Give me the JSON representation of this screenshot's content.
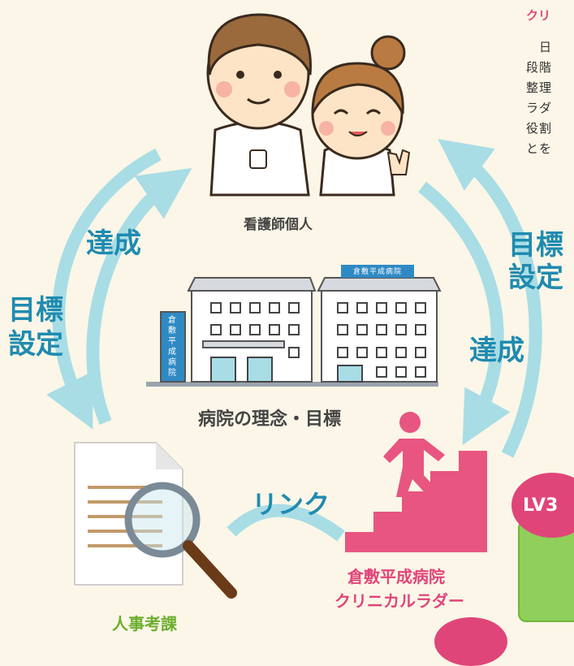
{
  "side_panel": {
    "heading": "クリ",
    "lines": [
      "　日",
      "段階",
      "整理",
      "ラダ",
      "役割",
      "とを"
    ]
  },
  "labels": {
    "nurse": "看護師個人",
    "hospital": "病院の理念・目標",
    "appraisal": "人事考課",
    "ladder_line1": "倉敷平成病院",
    "ladder_line2": "クリニカルラダー",
    "link": "リンク",
    "achieve_left": "達成",
    "goal_left_1": "目標",
    "goal_left_2": "設定",
    "goal_right_1": "目標",
    "goal_right_2": "設定",
    "achieve_right": "達成"
  },
  "building": {
    "roof_sign": "倉敷平成病院",
    "vertical_sign": "倉敷平成病院"
  },
  "level_badge": "LV3",
  "colors": {
    "background": "#fbf6e7",
    "arrow": "#a8dde6",
    "blue_text": "#1f8bb0",
    "pink": "#e85581",
    "green": "#8fcf5a"
  }
}
